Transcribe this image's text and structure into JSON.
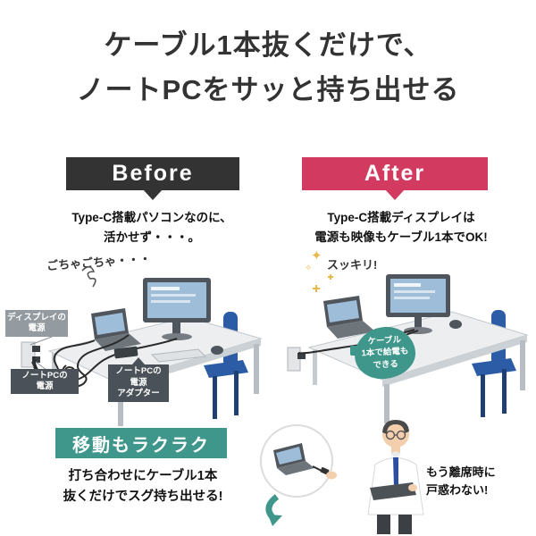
{
  "title": {
    "line1": "ケーブル1本抜くだけで、",
    "line2": "ノートPCをサッと持ち出せる"
  },
  "before": {
    "banner_label": "Before",
    "caption": "Type-C搭載パソコンなのに、\n活かせず・・・。",
    "messy_note": "ごちゃごちゃ・・・",
    "display_power_label": "ディスプレイの\n電源",
    "pc_power_label": "ノートPCの\n電源",
    "pc_adapter_label": "ノートPCの\n電源\nアダプター",
    "benefit_banner": "移動もラクラク",
    "benefit_caption": "打ち合わせにケーブル1本\n抜くだけでスグ持ち出せる!"
  },
  "after": {
    "banner_label": "After",
    "caption": "Type-C搭載ディスプレイは\n電源も映像もケーブル1本でOK!",
    "tidy_note": "スッキリ!",
    "cable_badge": "ケーブル\n1本で給電も\nできる",
    "leave_note": "もう離席時に\n戸惑わない!"
  },
  "icons": {
    "sparkle_large": "✦",
    "sparkle_small": "✧"
  },
  "colors": {
    "before_banner": "#333333",
    "after_banner": "#d23a5f",
    "teal_accent": "#3f968a",
    "chair_blue": "#2d5ca6",
    "screen_blue": "#9dbdd8",
    "text": "#222222"
  }
}
